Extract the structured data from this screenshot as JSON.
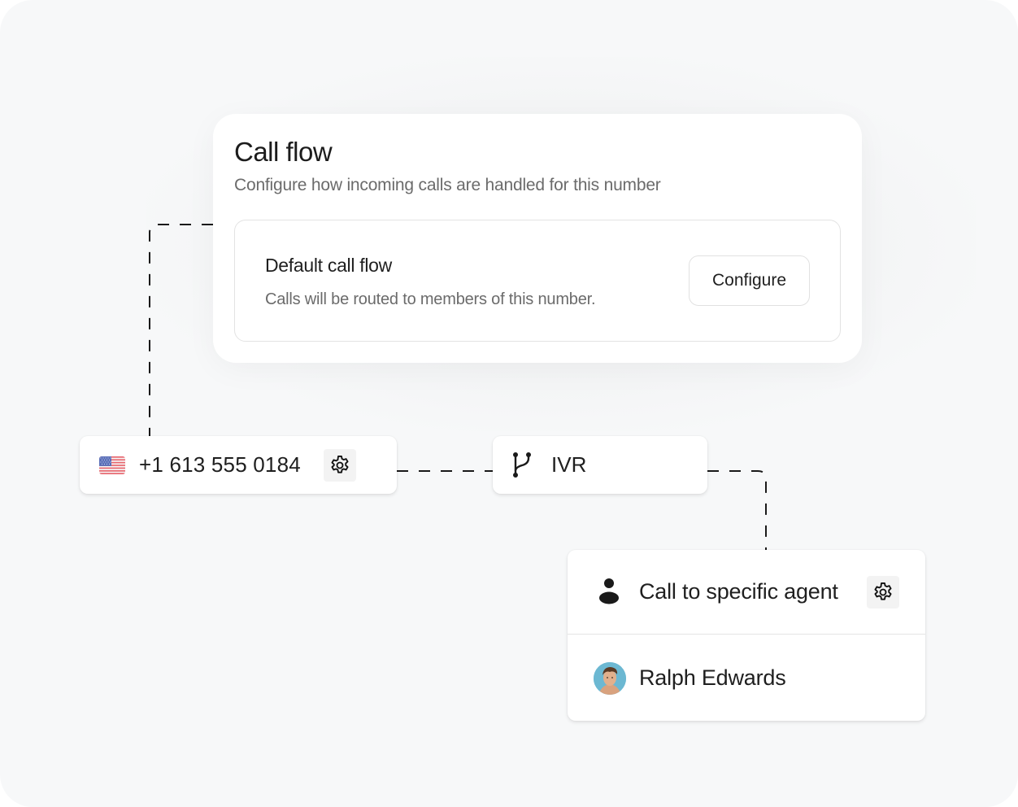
{
  "call_flow": {
    "title": "Call flow",
    "subtitle": "Configure how incoming calls are handled for this number",
    "default": {
      "title": "Default call flow",
      "description": "Calls will be routed to members of this number.",
      "configure_label": "Configure"
    }
  },
  "nodes": {
    "phone": {
      "flag": "us-flag-icon",
      "number": "+1 613 555 0184",
      "settings_icon": "gear-icon"
    },
    "ivr": {
      "icon": "branch-icon",
      "label": "IVR"
    },
    "agent": {
      "icon": "person-icon",
      "title": "Call to specific agent",
      "settings_icon": "gear-icon",
      "member": {
        "name": "Ralph Edwards",
        "avatar": "avatar-photo"
      }
    }
  },
  "colors": {
    "background": "#f7f8f9",
    "card": "#ffffff",
    "text_primary": "#1f1f1f",
    "text_secondary": "#6b6b6b",
    "border": "#e3e3e3",
    "connector": "#1a1a1a"
  }
}
